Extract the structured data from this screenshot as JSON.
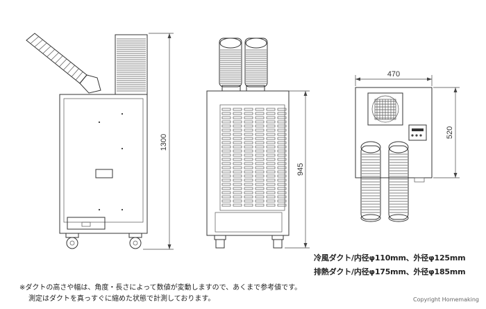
{
  "dimensions": {
    "height_total": "1300",
    "height_body": "945",
    "width_top": "470",
    "depth_top": "520"
  },
  "specs": {
    "cold_duct": "冷風ダクト/内径φ110mm、外径φ125mm",
    "exhaust_duct": "排熱ダクト/内径φ175mm、外径φ185mm"
  },
  "notes": {
    "line1": "※ダクトの高さや幅は、角度・長さによって数値が変動しますので、あくまで参考値です。",
    "line2": "測定はダクトを真っすぐに縮めた状態で計測しております。"
  },
  "copyright": "Copyright Homemaking"
}
